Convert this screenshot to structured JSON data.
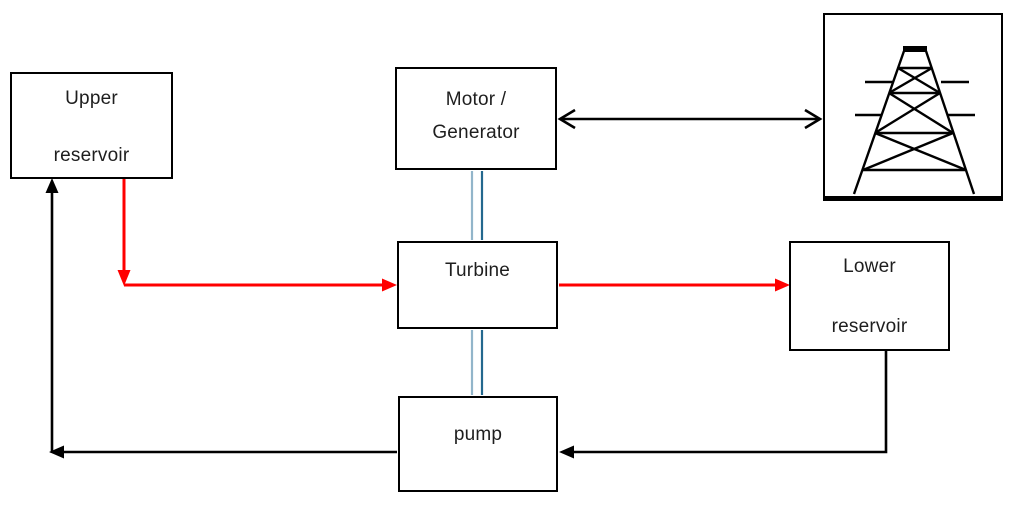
{
  "diagram": {
    "type": "flowchart",
    "subject": "pumped-storage hydroelectric system",
    "background": "#ffffff",
    "nodes": {
      "upper_reservoir": {
        "line1": "Upper",
        "line2": "reservoir"
      },
      "motor_generator": {
        "line1": "Motor /",
        "line2": "Generator"
      },
      "turbine": {
        "label": "Turbine"
      },
      "lower_reservoir": {
        "line1": "Lower",
        "line2": "reservoir"
      },
      "pump": {
        "label": "pump"
      },
      "grid_tower": {
        "icon": "transmission-tower-icon",
        "label": ""
      }
    },
    "colors": {
      "water_flow_red": "#ff0000",
      "return_flow_black": "#000000",
      "shaft_line_light": "#92b5ca",
      "shaft_line_dark": "#24688e",
      "box_border": "#000000",
      "text": "#1e1e1e"
    },
    "edges": [
      {
        "from": "upper_reservoir",
        "to": "turbine",
        "color": "red",
        "style": "arrow"
      },
      {
        "from": "turbine",
        "to": "lower_reservoir",
        "color": "red",
        "style": "arrow"
      },
      {
        "from": "motor_generator",
        "to": "grid_tower",
        "color": "black",
        "style": "double-arrow"
      },
      {
        "from": "motor_generator",
        "to": "turbine",
        "color": "blue",
        "style": "double-line-shaft"
      },
      {
        "from": "turbine",
        "to": "pump",
        "color": "blue",
        "style": "double-line-shaft"
      },
      {
        "from": "lower_reservoir",
        "to": "pump",
        "color": "black",
        "style": "arrow"
      },
      {
        "from": "pump",
        "to": "upper_reservoir",
        "color": "black",
        "style": "arrow"
      }
    ]
  }
}
